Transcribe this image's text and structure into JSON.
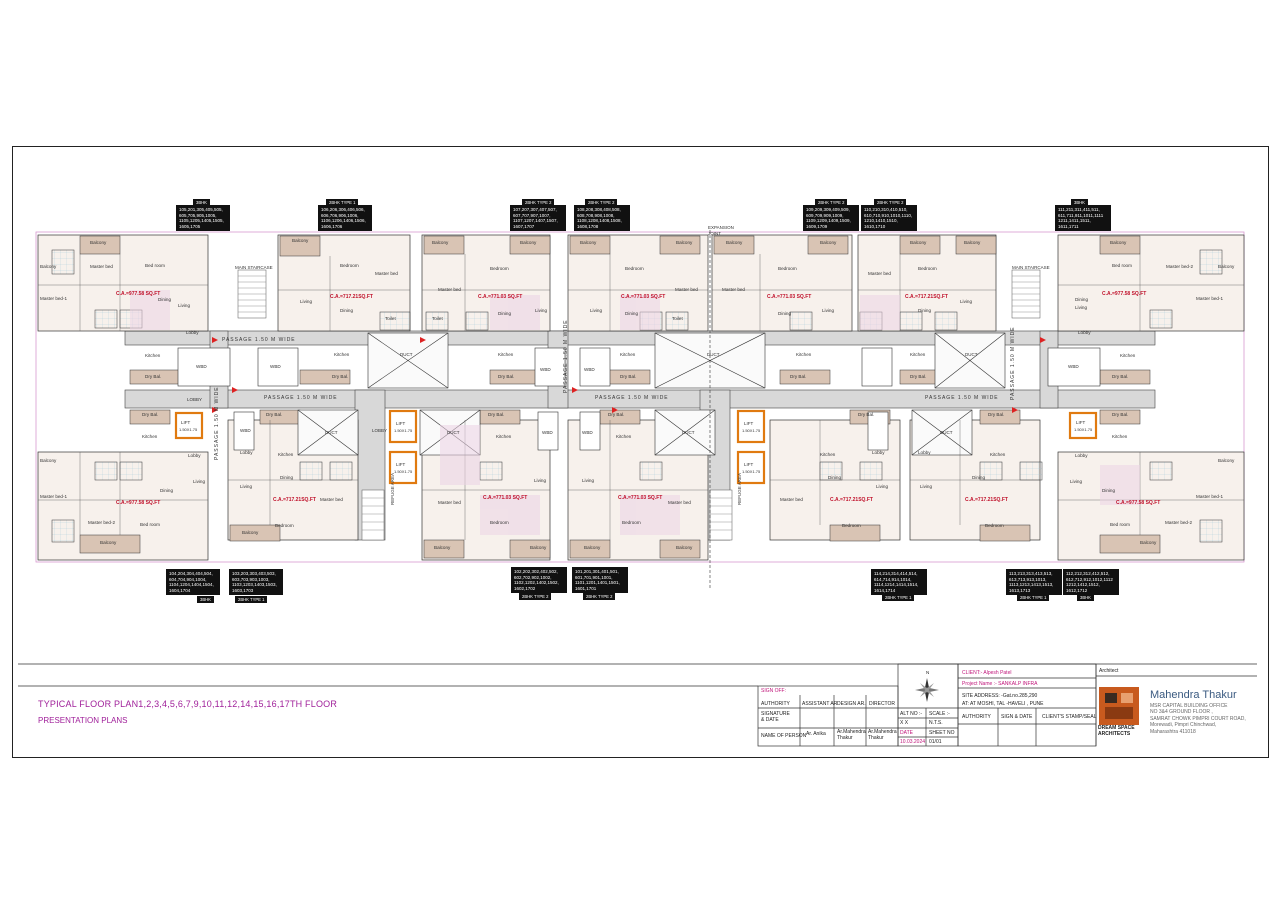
{
  "plan": {
    "headline": "TYPICAL  FLOOR PLAN1,2,3,4,5,6,7,9,10,11,12,14,15,16,17TH FLOOR",
    "sub": "PRESENTATION PLANS",
    "expansion_joint": "EXPANSION\nJOINT",
    "main_staircase": "MAIN STAIRCASE",
    "passage_h": "PASSAGE 1.50 M WIDE",
    "passage_v": "PASSAGE 1.50 M WIDE",
    "lobby": "LOBBY",
    "duct": "DUCT",
    "lift": "LIFT",
    "lift_size": "1.50X1.75",
    "refuge": "REFUGE AREA",
    "ca_977": "C.A.=977.58 SQ.FT",
    "ca_717": "C.A.=717.21SQ.FT",
    "ca_771": "C.A.=771.03 SQ.FT",
    "ca_771b": "C.A.=771.03 SQ.FT",
    "rooms": {
      "balcony": "Balcony",
      "bedroom": "Bedroom",
      "bed_room": "Bed room",
      "master_bed": "Master bed",
      "master_bed1": "Master bed-1",
      "master_bed2": "Master bed-2",
      "living": "Living",
      "dining": "Dining",
      "kitchen": "Kitchen",
      "dry_bal": "Dry Bal.",
      "toilet": "Toilet",
      "lobby": "Lobby",
      "wbd": "WBD"
    },
    "tags_top": [
      {
        "title": "3BHK",
        "units": "105,201,305,405,505,\n605,705,905,1005,\n1105,1205,1405,1505,\n1605,1705"
      },
      {
        "title": "2BHK TYPE 1",
        "units": "106,206,306,406,506,\n606,706,906,1006,\n1106,1206,1406,1506,\n1606,1706"
      },
      {
        "title": "2BHK TYPE 2",
        "units": "107,207,307,407,507,\n607,707,907,1007,\n1107,1207,1407,1507,\n1607,1707"
      },
      {
        "title": "2BHK TYPE 2",
        "units": "108,208,308,408,508,\n608,708,908,1008,\n1108,1208,1408,1508,\n1608,1708"
      },
      {
        "title": "2BHK TYPE 2",
        "units": "109,209,309,409,509,\n609,709,909,1009,\n1109,1209,1409,1509,\n1609,1709"
      },
      {
        "title": "2BHK TYPE 2",
        "units": "110,210,310,410,510,\n610,710,910,1010,1110,\n1210,1410,1510,\n1610,1710"
      },
      {
        "title": "3BHK",
        "units": "111,211,311,411,511,\n611,711,911,1011,1111\n1211,1411,1511,\n1611,1711"
      }
    ],
    "tags_bottom": [
      {
        "title": "3BHK",
        "units": "104,204,304,404,504,\n604,704,904,1004,\n1104,1204,1404,1504,\n1604,1704"
      },
      {
        "title": "2BHK TYPE 1",
        "units": "103,203,303,403,503,\n603,703,903,1003,\n1103,1203,1403,1503,\n1603,1703"
      },
      {
        "title": "2BHK TYPE 2",
        "units": "102,202,302,402,502,\n602,702,902,1002,\n1102,1202,1402,1502,\n1602,1702"
      },
      {
        "title": "2BHK TYPE 2",
        "units": "101,201,301,401,501,\n601,701,901,1001,\n1101,1201,1401,1501,\n1601,1701"
      },
      {
        "title": "2BHK TYPE 1",
        "units": "114,214,314,414,514,\n614,714,914,1014,\n1114,1214,1414,1514,\n1614,1714"
      },
      {
        "title": "2BHK TYPE 1",
        "units": "113,213,313,413,513,\n613,713,913,1013,\n1113,1213,1413,1513,\n1613,1713"
      },
      {
        "title": "3BHK",
        "units": "112,212,312,412,512,\n612,712,912,1012,1112\n1212,1412,1512,\n1612,1712"
      }
    ]
  },
  "titleblock": {
    "sign_off": "SIGN OFF:",
    "authority": "AUTHORITY",
    "assistant_ar": "ASSISTANT AR",
    "design_ar": "DESIGN AR.",
    "director": "DIRECTOR",
    "signature_date": "SIGNATURE\n& DATE",
    "name_of_person": "NAME OF PERSON",
    "p1": "Ar. Anika",
    "p2": "Ar.Mahendra\nThakur",
    "p3": "Ar.Mahendra\nThakur",
    "north": "N",
    "alt_no": "ALT NO :-",
    "alt_val": "X X",
    "scale": "SCALE :-",
    "scale_val": "N.T.S.",
    "date": "DATE",
    "date_val": "10.03.2024",
    "sheet_no": "SHEET NO",
    "sheet_val": "01/01",
    "client": "CLIENT:- Alpesh Patel",
    "project": "Project Name :- SANKALP INFRA",
    "site": "SITE ADDRESS: -Gat.no.285,290",
    "at": "AT: AT MOSHI, TAL -HAVELI , PUNE",
    "authority2": "AUTHORITY",
    "sign_date2": "SIGN & DATE",
    "clients_stamp": "CLIENT'S STAMP/SEAL",
    "architect": "Architect",
    "arch_name": "Mahendra Thakur",
    "firm": "DREAM SPACE\nARCHITECTS",
    "address": "MSR CAPITAL BUILDING OFFICE\nNO 3&4 GROUND FLOOR ,\nSAMRAT CHOWK PIMPRI COURT ROAD,\nMorewadi, Pimpri Chinchwad,\nMaharashtra 411018"
  },
  "colors": {
    "balcony": "#d9c4b4",
    "bath": "#b7dbe8",
    "circ": "#d6d6d6",
    "wall": "#222222",
    "title": "#a0209a",
    "red": "#c0102a",
    "lift": "#e07a10",
    "pink": "#e6c8e0"
  }
}
